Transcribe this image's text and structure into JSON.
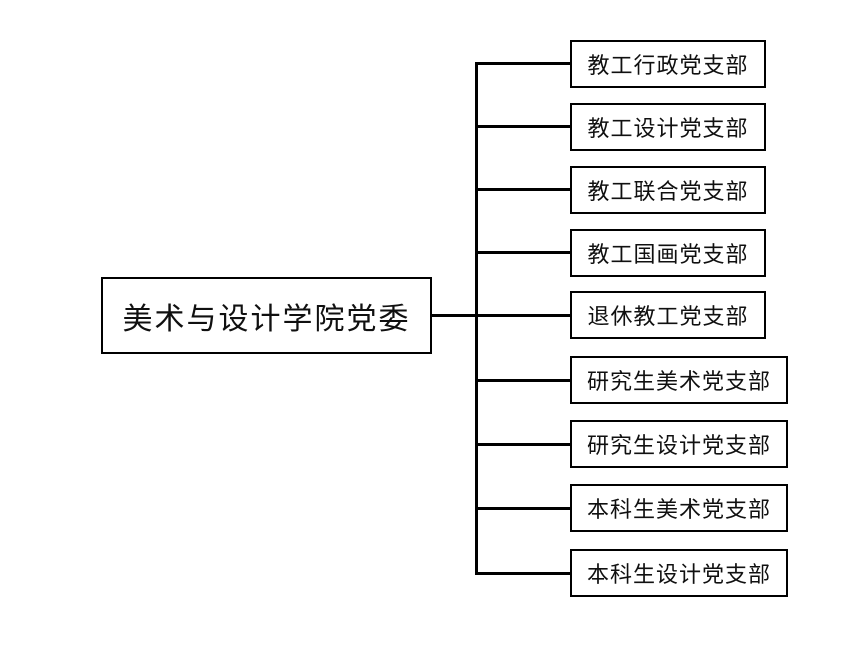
{
  "diagram": {
    "type": "organization-chart",
    "title_text": "",
    "background_color": "#ffffff",
    "line_color": "#000000",
    "box_border_color": "#000000",
    "box_fill_color": "#ffffff",
    "text_color": "#101010",
    "root": {
      "label": "美术与设计学院党委"
    },
    "children": [
      {
        "label": "教工行政党支部"
      },
      {
        "label": "教工设计党支部"
      },
      {
        "label": "教工联合党支部"
      },
      {
        "label": "教工国画党支部"
      },
      {
        "label": "退休教工党支部"
      },
      {
        "label": "研究生美术党支部"
      },
      {
        "label": "研究生设计党支部"
      },
      {
        "label": "本科生美术党支部"
      },
      {
        "label": "本科生设计党支部"
      }
    ]
  }
}
